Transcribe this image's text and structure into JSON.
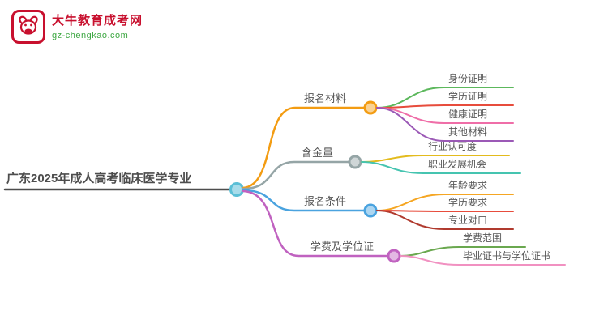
{
  "logo": {
    "title": "大牛教育成考网",
    "subtitle": "gz-chengkao.com",
    "brand_red": "#c8102e",
    "brand_green": "#3da742"
  },
  "mindmap": {
    "root": {
      "label": "广东2025年成人高考临床医学专业",
      "color": "#4d4d4d",
      "circle_fill": "#a8dcea",
      "circle_stroke": "#5bbfd6"
    },
    "branches": [
      {
        "label": "报名材料",
        "color": "#f39c12",
        "children": [
          {
            "label": "身份证明",
            "color": "#5cb85c"
          },
          {
            "label": "学历证明",
            "color": "#e74c3c"
          },
          {
            "label": "健康证明",
            "color": "#ef6ea8"
          },
          {
            "label": "其他材料",
            "color": "#9b59b6"
          }
        ]
      },
      {
        "label": "含金量",
        "color": "#95a5a6",
        "children": [
          {
            "label": "行业认可度",
            "color": "#e3bb1d"
          },
          {
            "label": "职业发展机会",
            "color": "#45c4b0"
          }
        ]
      },
      {
        "label": "报名条件",
        "color": "#4aa3df",
        "children": [
          {
            "label": "年龄要求",
            "color": "#f5a623"
          },
          {
            "label": "学历要求",
            "color": "#e74c3c"
          },
          {
            "label": "专业对口",
            "color": "#b03a2e"
          }
        ]
      },
      {
        "label": "学费及学位证",
        "color": "#c062c0",
        "children": [
          {
            "label": "学费范围",
            "color": "#6aa84f"
          },
          {
            "label": "毕业证书与学位证书",
            "color": "#f191c1"
          }
        ]
      }
    ]
  }
}
